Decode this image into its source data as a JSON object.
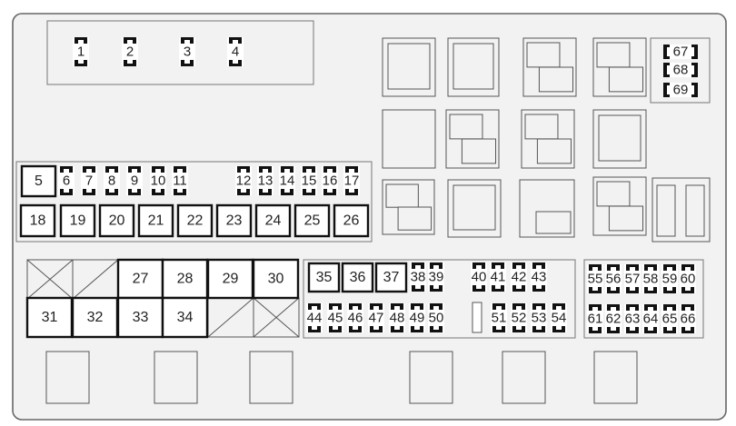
{
  "diagram": {
    "top_fuses": [
      "1",
      "2",
      "3",
      "4"
    ],
    "large_row1": [
      "5"
    ],
    "small_row1": [
      "6",
      "7",
      "8",
      "9",
      "10",
      "11",
      "12",
      "13",
      "14",
      "15",
      "16",
      "17"
    ],
    "large_row2": [
      "18",
      "19",
      "20",
      "21",
      "22",
      "23",
      "24",
      "25",
      "26"
    ],
    "block_top": [
      "27",
      "28",
      "29",
      "30"
    ],
    "block_bottom": [
      "31",
      "32",
      "33",
      "34"
    ],
    "mid_large": [
      "35",
      "36",
      "37"
    ],
    "mid_small_top": [
      "38",
      "39",
      "40",
      "41",
      "42",
      "43"
    ],
    "mid_small_bottom": [
      "44",
      "45",
      "46",
      "47",
      "48",
      "49",
      "50",
      "51",
      "52",
      "53",
      "54"
    ],
    "right_top": [
      "55",
      "56",
      "57",
      "58",
      "59",
      "60"
    ],
    "right_bottom": [
      "61",
      "62",
      "63",
      "64",
      "65",
      "66"
    ],
    "corner_fuses": [
      "67",
      "68",
      "69"
    ]
  }
}
